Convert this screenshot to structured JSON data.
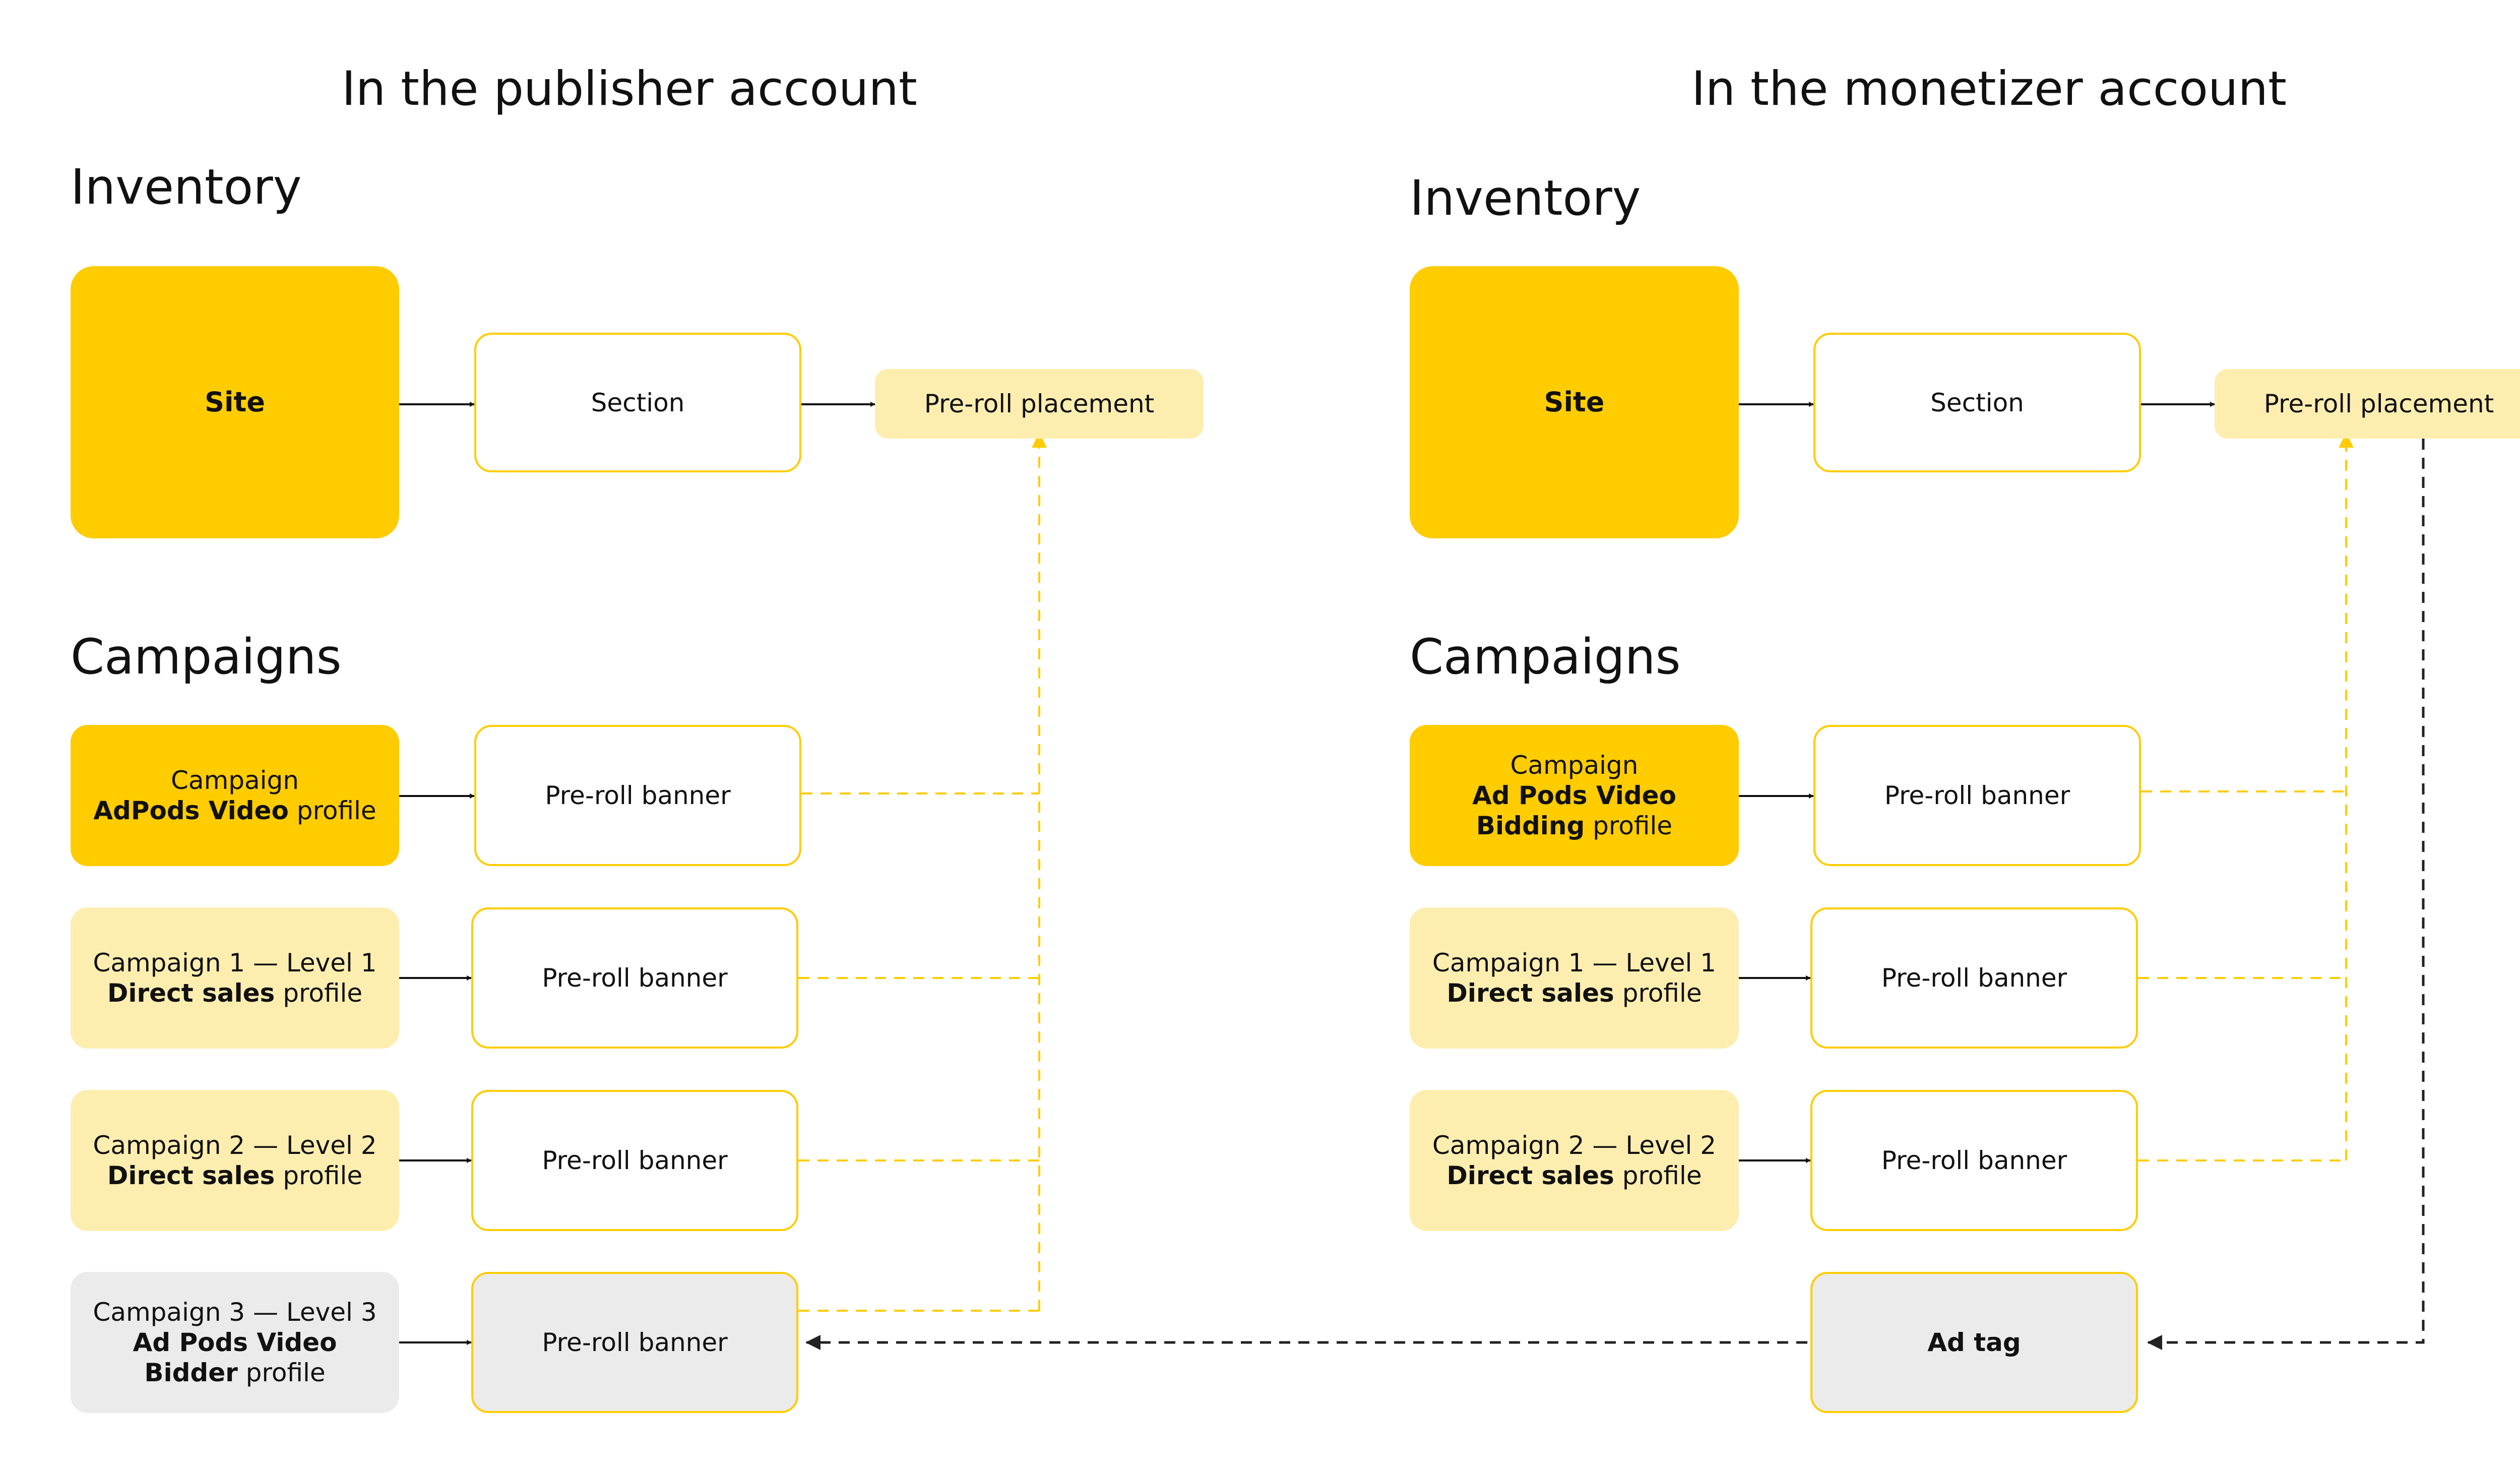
{
  "left": {
    "header": "In the publisher account",
    "inventory_label": "Inventory",
    "campaigns_label": "Campaigns",
    "site": "Site",
    "section": "Section",
    "placement": "Pre-roll placement",
    "campaigns": [
      {
        "lines": [
          {
            "text": "Campaign",
            "bold": false
          },
          {
            "text": "AdPods Video",
            "bold": true,
            "suffix": " profile"
          }
        ],
        "banner": "Pre-roll banner"
      },
      {
        "lines": [
          {
            "text": "Campaign 1 — Level 1",
            "bold": false
          },
          {
            "text": "Direct sales",
            "bold": true,
            "suffix": " profile"
          }
        ],
        "banner": "Pre-roll banner"
      },
      {
        "lines": [
          {
            "text": "Campaign 2 — Level 2",
            "bold": false
          },
          {
            "text": "Direct sales",
            "bold": true,
            "suffix": " profile"
          }
        ],
        "banner": "Pre-roll banner"
      },
      {
        "lines": [
          {
            "text": "Campaign 3 — Level 3",
            "bold": false
          },
          {
            "text": "Ad Pods Video",
            "bold": true
          },
          {
            "text": "Bidder",
            "bold": true,
            "suffix": " profile"
          }
        ],
        "banner": "Pre-roll banner"
      }
    ]
  },
  "right": {
    "header": "In the monetizer account",
    "inventory_label": "Inventory",
    "campaigns_label": "Campaigns",
    "site": "Site",
    "section": "Section",
    "placement": "Pre-roll placement",
    "campaigns": [
      {
        "lines": [
          {
            "text": "Campaign",
            "bold": false
          },
          {
            "text": "Ad Pods Video",
            "bold": true
          },
          {
            "text": "Bidding",
            "bold": true,
            "suffix": " profile"
          }
        ],
        "banner": "Pre-roll banner"
      },
      {
        "lines": [
          {
            "text": "Campaign 1 — Level 1",
            "bold": false
          },
          {
            "text": "Direct sales",
            "bold": true,
            "suffix": " profile"
          }
        ],
        "banner": "Pre-roll banner"
      },
      {
        "lines": [
          {
            "text": "Campaign 2 — Level 2",
            "bold": false
          },
          {
            "text": "Direct sales",
            "bold": true,
            "suffix": " profile"
          }
        ],
        "banner": "Pre-roll banner"
      }
    ],
    "ad_tag": "Ad tag"
  },
  "colors": {
    "accent": "#ffcc00",
    "accent_light": "#fdeeb0",
    "grey": "#ebebeb",
    "text": "#111111",
    "dash_dark": "#222222"
  }
}
